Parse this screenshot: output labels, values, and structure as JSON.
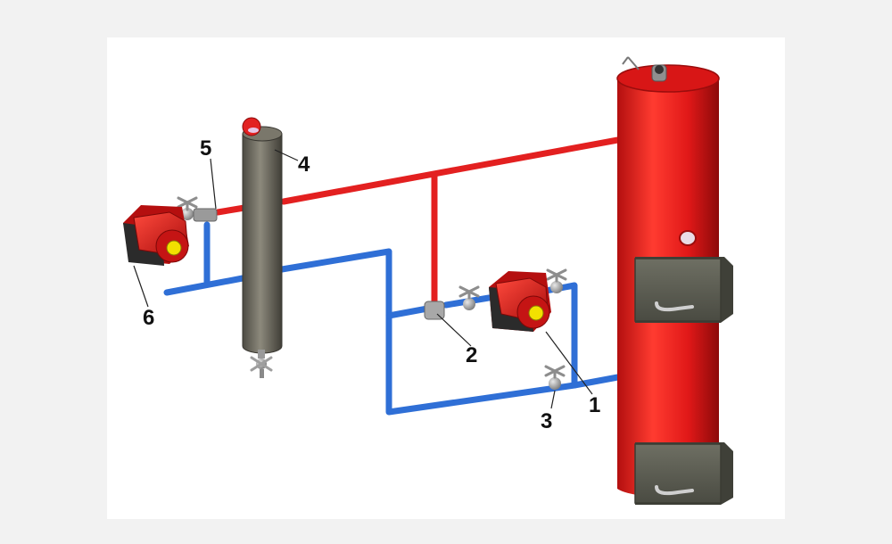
{
  "diagram": {
    "colors": {
      "hot_pipe": "#e32020",
      "cold_pipe": "#2f6fd6",
      "boiler": "#e51c1c",
      "separator": "#6e6b60",
      "pump_body": "#e01b1b",
      "pump_motor": "#2b2b2b",
      "pump_hub": "#f2e000",
      "valve": "#b9b9b9",
      "door": "#5d5e52"
    },
    "components": [
      {
        "id": "boiler",
        "icon": "boiler-tank-icon"
      },
      {
        "id": "hydraulic-separator",
        "icon": "vertical-cylinder-icon"
      },
      {
        "id": "pump-main",
        "icon": "circulation-pump-icon"
      },
      {
        "id": "pump-secondary",
        "icon": "circulation-pump-icon"
      },
      {
        "id": "valves",
        "icon": "ball-valve-icon"
      }
    ],
    "callouts": [
      {
        "id": "1",
        "label": "1"
      },
      {
        "id": "2",
        "label": "2"
      },
      {
        "id": "3",
        "label": "3"
      },
      {
        "id": "4",
        "label": "4"
      },
      {
        "id": "5",
        "label": "5"
      },
      {
        "id": "6",
        "label": "6"
      }
    ]
  }
}
